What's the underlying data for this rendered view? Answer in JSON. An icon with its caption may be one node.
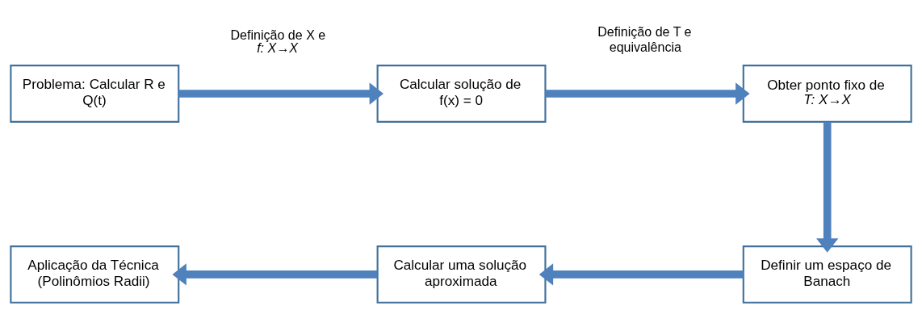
{
  "diagram": {
    "nodes": [
      {
        "text": [
          "Problema: Calcular R e Q(t)"
        ]
      },
      {
        "text": [
          "Calcular solução de f(x) = 0"
        ]
      },
      {
        "text": [
          "Obter ponto fixo de *T: X→X*"
        ]
      },
      {
        "text": [
          "Definir um espaço de Banach"
        ]
      },
      {
        "text": [
          "Calcular uma solução aproximada"
        ]
      },
      {
        "text": [
          "Aplicação da Técnica (Polinômios Radii)"
        ]
      }
    ],
    "edges": [
      {
        "from": 0,
        "to": 1,
        "arrow": "to",
        "label": "Definição de X e *f: X→X*"
      },
      {
        "from": 1,
        "to": 2,
        "arrow": "to",
        "label": "Definição de T e equivalência"
      },
      {
        "from": 2,
        "to": 3,
        "arrow": "to"
      },
      {
        "from": 3,
        "to": 4,
        "arrow": "to"
      },
      {
        "from": 4,
        "to": 5,
        "arrow": "to"
      }
    ]
  }
}
